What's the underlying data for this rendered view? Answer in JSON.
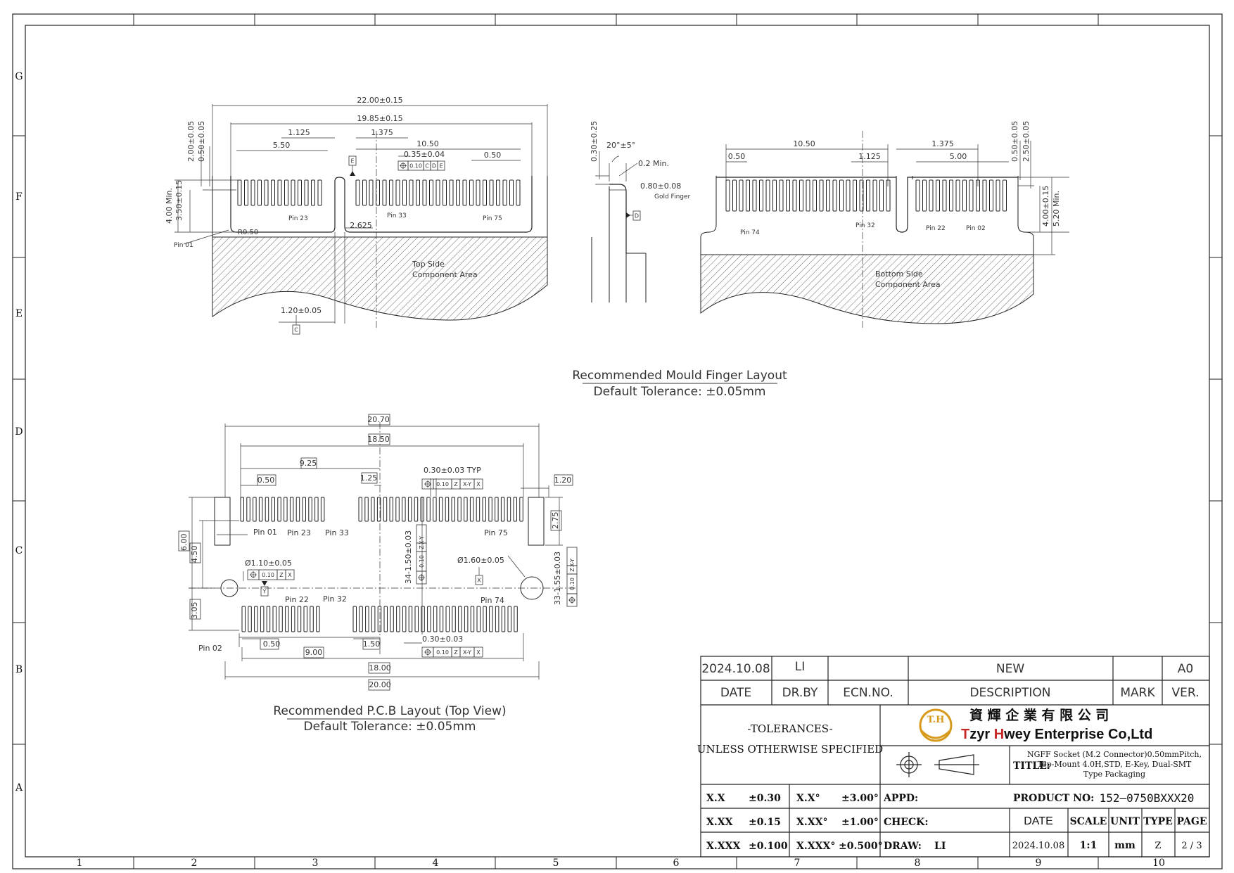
{
  "frame": {
    "columns": [
      "1",
      "2",
      "3",
      "4",
      "5",
      "6",
      "7",
      "8",
      "9",
      "10"
    ],
    "rows": [
      "G",
      "F",
      "E",
      "D",
      "C",
      "B",
      "A"
    ]
  },
  "mould_view": {
    "caption": "Recommended Mould Finger Layout",
    "tolerance": "Default Tolerance: ±0.05mm",
    "dims": {
      "w_22": "22.00±0.15",
      "w_19": "19.85±0.15",
      "d_1125": "1.125",
      "d_1375": "1.375",
      "d_550": "5.50",
      "d_1050": "10.50",
      "d_035": "0.35±0.04",
      "d_050": "0.50",
      "v_200": "2.00±0.05",
      "v_050": "0.50±0.05",
      "v_400": "4.00 Min.",
      "v_350": "3.50±0.15",
      "r050": "R0.50",
      "d_2625": "2.625",
      "d_120": "1.20±0.05"
    },
    "fcf_035": [
      "0.10",
      "C",
      "D",
      "E"
    ],
    "datums": {
      "e": "E",
      "c": "C",
      "d": "D"
    },
    "pins": {
      "p01": "Pin 01",
      "p23": "Pin 23",
      "p33": "Pin 33",
      "p75": "Pin 75"
    },
    "area_label": [
      "Top Side",
      "Component Area"
    ]
  },
  "side_view": {
    "dims": {
      "v_030": "0.30±0.25",
      "angle": "20°±5°",
      "min02": "0.2 Min.",
      "gold": "0.80±0.08",
      "gold_label": "Gold Finger"
    }
  },
  "bottom_view": {
    "dims": {
      "d_1050": "10.50",
      "d_050": "0.50",
      "d_1125": "1.125",
      "d_1375": "1.375",
      "d_500": "5.00",
      "v_050": "0.50±0.05",
      "v_250": "2.50±0.05",
      "v_400": "4.00±0.15",
      "v_520": "5.20 Min."
    },
    "pins": {
      "p74": "Pin 74",
      "p32": "Pin 32",
      "p22": "Pin 22",
      "p02": "Pin 02"
    },
    "area_label": [
      "Bottom Side",
      "Component Area"
    ]
  },
  "pcb_view": {
    "caption": "Recommended P.C.B Layout (Top View)",
    "tolerance": "Default Tolerance: ±0.05mm",
    "dims": {
      "w_2070": "20.70",
      "w_1850": "18.50",
      "w_925": "9.25",
      "w_050a": "0.50",
      "w_125": "1.25",
      "typ": "0.30±0.03 TYP",
      "w_120": "1.20",
      "h_275": "2.75",
      "h_600": "6.00",
      "h_450": "4.50",
      "h_305": "3.05",
      "h_3415": "34-1.50±0.03",
      "h_3315": "33-1.55±0.03",
      "d_110": "Ø1.10±0.05",
      "d_160": "Ø1.60±0.05",
      "w_050b": "0.50",
      "w_900": "9.00",
      "w_150": "1.50",
      "w_030": "0.30±0.03",
      "w_1800": "18.00",
      "w_2000": "20.00"
    },
    "fcf_xy": [
      "0.10",
      "Z",
      "X-Y",
      "X"
    ],
    "fcf_hole": [
      "0.10",
      "Z",
      "X"
    ],
    "fcf_vert": [
      "0.10",
      "Z",
      "X-Y"
    ],
    "datums": {
      "y": "Y",
      "x": "X"
    },
    "pins": {
      "p01": "Pin 01",
      "p23": "Pin 23",
      "p33": "Pin 33",
      "p75": "Pin 75",
      "p22": "Pin 22",
      "p32": "Pin 32",
      "p74": "Pin 74",
      "p02": "Pin 02"
    }
  },
  "title_block": {
    "rev_date": "2024.10.08",
    "rev_by": "LI",
    "rev_ecn": "",
    "rev_desc": "NEW",
    "rev_mark": "",
    "rev_ver": "A0",
    "hdr_date": "DATE",
    "hdr_drby": "DR.BY",
    "hdr_ecn": "ECN.NO.",
    "hdr_desc": "DESCRIPTION",
    "hdr_mark": "MARK",
    "hdr_ver": "VER.",
    "tol_title": "-TOLERANCES-",
    "tol_sub": "UNLESS OTHERWISE SPECIFIED",
    "company_cn": "資 輝 企 業 有 限 公 司",
    "company_en_t": "T",
    "company_en_1": "zyr ",
    "company_en_h": "H",
    "company_en_2": "wey Enterprise Co,Ltd",
    "logo_text": "T.H",
    "title_label": "TITLE:",
    "title_lines": [
      "NGFF Socket (M.2 Connector)0.50mmPitch,",
      "Top-Mount 4.0H,STD, E-Key, Dual-SMT",
      "Type Packaging"
    ],
    "tol_rows": [
      {
        "a": "X.X",
        "av": "±0.30",
        "b": "X.X°",
        "bv": "±3.00°"
      },
      {
        "a": "X.XX",
        "av": "±0.15",
        "b": "X.XX°",
        "bv": "±1.00°"
      },
      {
        "a": "X.XXX",
        "av": "±0.100",
        "b": "X.XXX°",
        "bv": "±0.500°"
      }
    ],
    "appd": "APPD:",
    "check": "CHECK:",
    "draw": "DRAW:",
    "drawer": "LI",
    "product_label": "PRODUCT NO:",
    "product_no": "152–0750BXXX20",
    "h_date": "DATE",
    "h_scale": "SCALE",
    "h_unit": "UNIT",
    "h_type": "TYPE",
    "h_page": "PAGE",
    "v_date": "2024.10.08",
    "v_scale": "1:1",
    "v_unit": "mm",
    "v_type": "Z",
    "v_page": "2 / 3"
  },
  "colors": {
    "line": "#222222",
    "logo_gold": "#d79a1c",
    "brand_red": "#c62828"
  }
}
